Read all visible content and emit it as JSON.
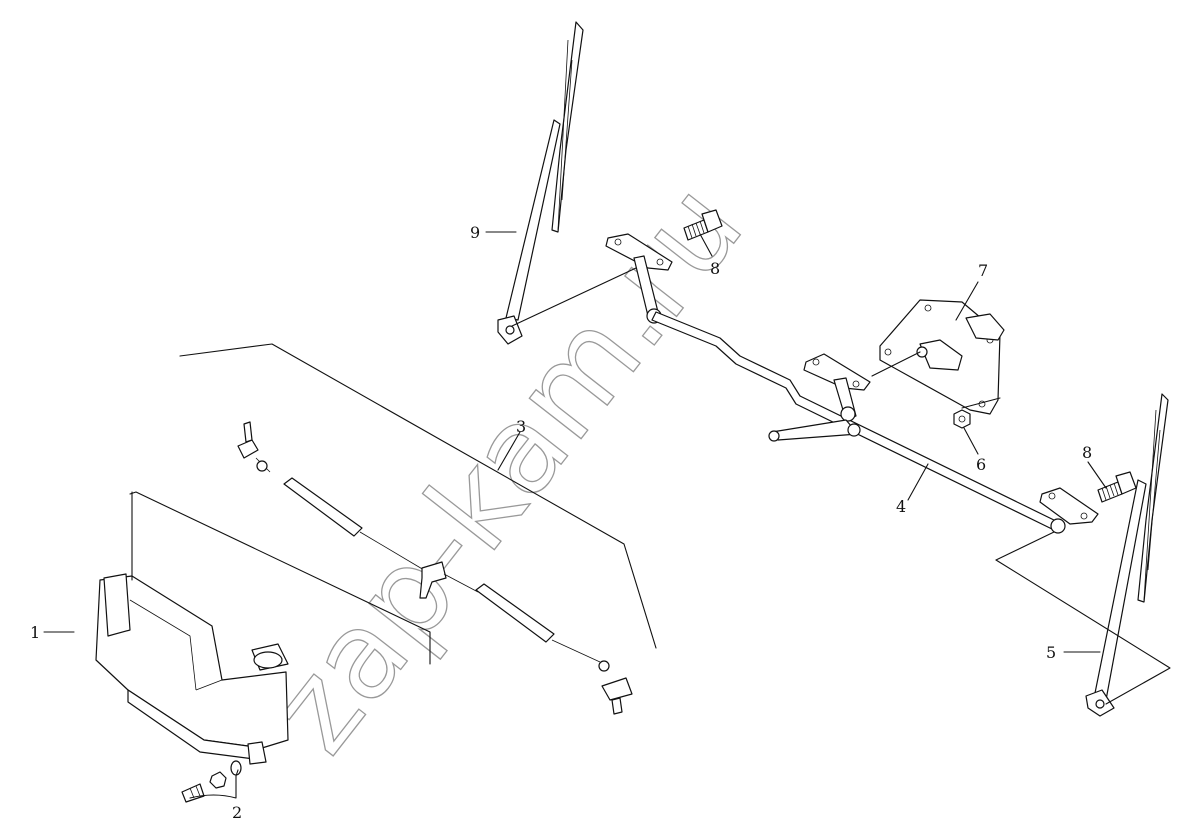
{
  "diagram": {
    "callouts": [
      {
        "id": "c1",
        "label": "1"
      },
      {
        "id": "c2",
        "label": "2"
      },
      {
        "id": "c3",
        "label": "3"
      },
      {
        "id": "c4",
        "label": "4"
      },
      {
        "id": "c5",
        "label": "5"
      },
      {
        "id": "c6",
        "label": "6"
      },
      {
        "id": "c7",
        "label": "7"
      },
      {
        "id": "c8a",
        "label": "8"
      },
      {
        "id": "c8b",
        "label": "8"
      },
      {
        "id": "c9",
        "label": "9"
      }
    ],
    "watermark": "zap-kam.ru"
  }
}
